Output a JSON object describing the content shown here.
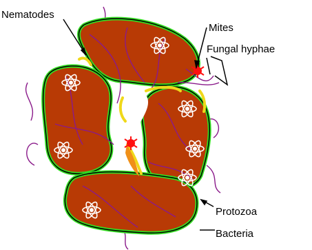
{
  "labels": {
    "nematodes": "Nematodes",
    "mites": "Mites",
    "fungal_hyphae": "Fungal hyphae",
    "protozoa": "Protozoa",
    "bacteria": "Bacteria"
  },
  "colors": {
    "aggregate_fill": "#b83a05",
    "mineral_coat": "#33dd22",
    "hyphae": "#8a1a8a",
    "nematode": "#f0d81a",
    "mite": "#ff1010",
    "protozoa_icon": "#ffffff",
    "bacteria_outline": "#000000"
  },
  "icons": [
    "atom-icon",
    "mite-icon"
  ]
}
